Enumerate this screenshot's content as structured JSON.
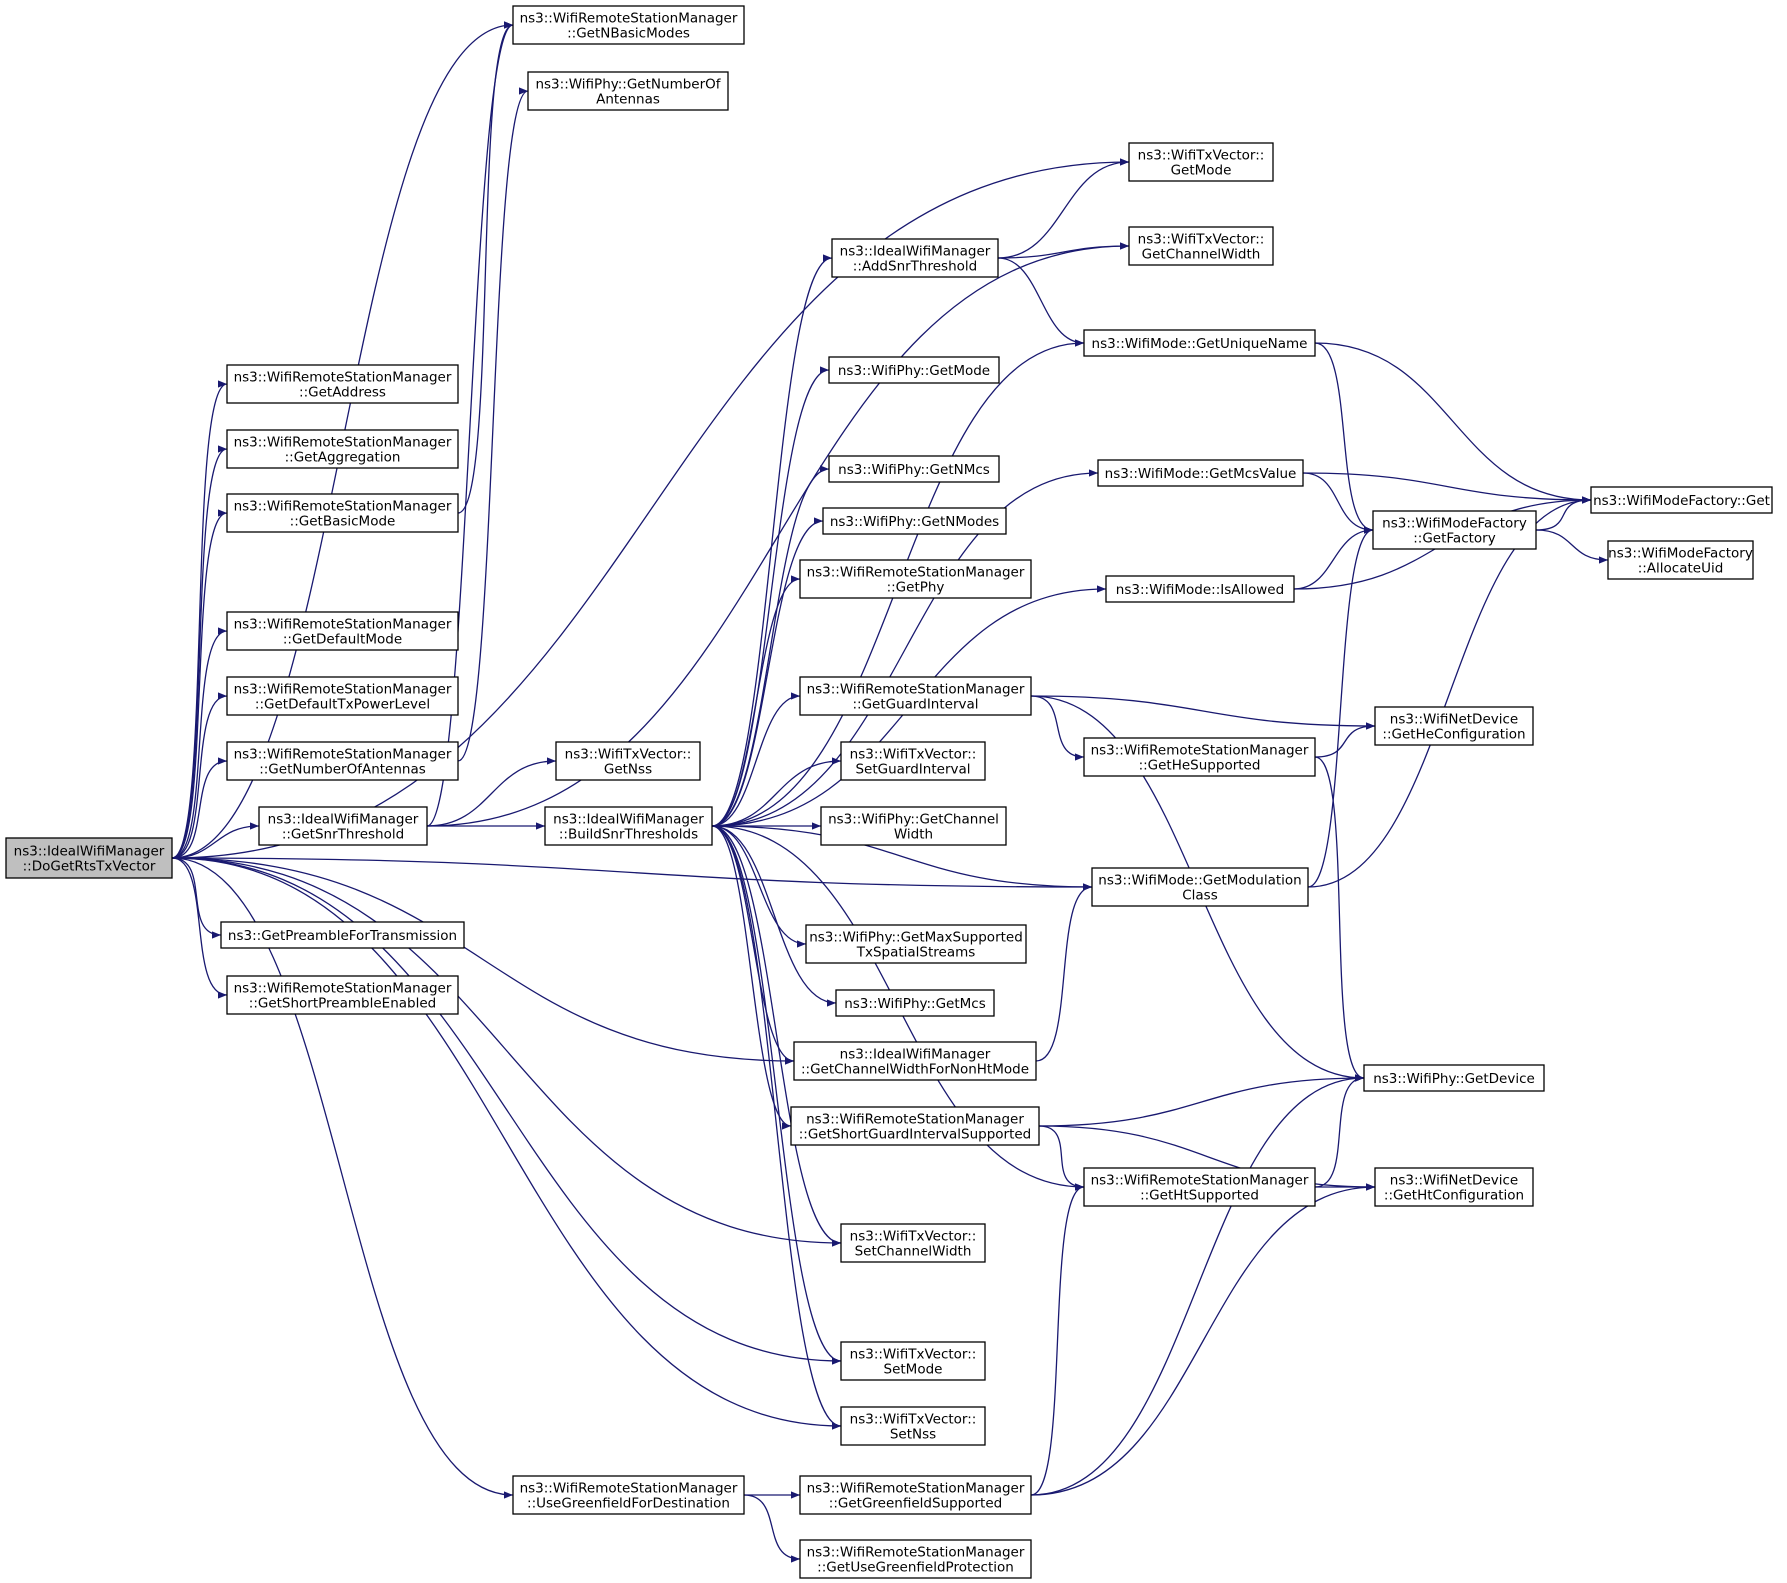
{
  "colors": {
    "edge": "#191970",
    "root_fill": "#bfbfbf",
    "node_fill": "#ffffff",
    "node_border": "#000000"
  },
  "nodes": [
    {
      "id": "n0",
      "lines": [
        "ns3::IdealWifiManager",
        "::DoGetRtsTxVector"
      ]
    },
    {
      "id": "n1",
      "lines": [
        "ns3::WifiRemoteStationManager",
        "::GetAddress"
      ]
    },
    {
      "id": "n2",
      "lines": [
        "ns3::WifiRemoteStationManager",
        "::GetAggregation"
      ]
    },
    {
      "id": "n3",
      "lines": [
        "ns3::WifiRemoteStationManager",
        "::GetBasicMode"
      ]
    },
    {
      "id": "n4",
      "lines": [
        "ns3::WifiRemoteStationManager",
        "::GetDefaultMode"
      ]
    },
    {
      "id": "n5",
      "lines": [
        "ns3::WifiRemoteStationManager",
        "::GetDefaultTxPowerLevel"
      ]
    },
    {
      "id": "n6",
      "lines": [
        "ns3::WifiRemoteStationManager",
        "::GetNumberOfAntennas"
      ]
    },
    {
      "id": "n7",
      "lines": [
        "ns3::IdealWifiManager",
        "::GetSnrThreshold"
      ]
    },
    {
      "id": "n8",
      "lines": [
        "ns3::GetPreambleForTransmission"
      ]
    },
    {
      "id": "n9",
      "lines": [
        "ns3::WifiRemoteStationManager",
        "::GetShortPreambleEnabled"
      ]
    },
    {
      "id": "n10",
      "lines": [
        "ns3::WifiRemoteStationManager",
        "::GetNBasicModes"
      ]
    },
    {
      "id": "n11",
      "lines": [
        "ns3::WifiPhy::GetNumberOf",
        "Antennas"
      ]
    },
    {
      "id": "n12",
      "lines": [
        "ns3::WifiTxVector::",
        "GetNss"
      ]
    },
    {
      "id": "n13",
      "lines": [
        "ns3::IdealWifiManager",
        "::BuildSnrThresholds"
      ]
    },
    {
      "id": "n14",
      "lines": [
        "ns3::WifiRemoteStationManager",
        "::UseGreenfieldForDestination"
      ]
    },
    {
      "id": "n15",
      "lines": [
        "ns3::IdealWifiManager",
        "::AddSnrThreshold"
      ]
    },
    {
      "id": "n16",
      "lines": [
        "ns3::WifiPhy::GetMode"
      ]
    },
    {
      "id": "n17",
      "lines": [
        "ns3::WifiPhy::GetNMcs"
      ]
    },
    {
      "id": "n18",
      "lines": [
        "ns3::WifiPhy::GetNModes"
      ]
    },
    {
      "id": "n19",
      "lines": [
        "ns3::WifiRemoteStationManager",
        "::GetPhy"
      ]
    },
    {
      "id": "n20",
      "lines": [
        "ns3::WifiRemoteStationManager",
        "::GetGuardInterval"
      ]
    },
    {
      "id": "n21",
      "lines": [
        "ns3::WifiTxVector::",
        "SetGuardInterval"
      ]
    },
    {
      "id": "n22",
      "lines": [
        "ns3::WifiPhy::GetChannel",
        "Width"
      ]
    },
    {
      "id": "n23",
      "lines": [
        "ns3::WifiPhy::GetMaxSupported",
        "TxSpatialStreams"
      ]
    },
    {
      "id": "n24",
      "lines": [
        "ns3::WifiPhy::GetMcs"
      ]
    },
    {
      "id": "n25",
      "lines": [
        "ns3::IdealWifiManager",
        "::GetChannelWidthForNonHtMode"
      ]
    },
    {
      "id": "n26",
      "lines": [
        "ns3::WifiRemoteStationManager",
        "::GetShortGuardIntervalSupported"
      ]
    },
    {
      "id": "n27",
      "lines": [
        "ns3::WifiTxVector::",
        "SetChannelWidth"
      ]
    },
    {
      "id": "n28",
      "lines": [
        "ns3::WifiTxVector::",
        "SetMode"
      ]
    },
    {
      "id": "n29",
      "lines": [
        "ns3::WifiTxVector::",
        "SetNss"
      ]
    },
    {
      "id": "n30",
      "lines": [
        "ns3::WifiRemoteStationManager",
        "::GetGreenfieldSupported"
      ]
    },
    {
      "id": "n31",
      "lines": [
        "ns3::WifiRemoteStationManager",
        "::GetUseGreenfieldProtection"
      ]
    },
    {
      "id": "n32",
      "lines": [
        "ns3::WifiTxVector::",
        "GetMode"
      ]
    },
    {
      "id": "n33",
      "lines": [
        "ns3::WifiTxVector::",
        "GetChannelWidth"
      ]
    },
    {
      "id": "n34",
      "lines": [
        "ns3::WifiMode::GetUniqueName"
      ]
    },
    {
      "id": "n35",
      "lines": [
        "ns3::WifiMode::GetMcsValue"
      ]
    },
    {
      "id": "n36",
      "lines": [
        "ns3::WifiMode::IsAllowed"
      ]
    },
    {
      "id": "n37",
      "lines": [
        "ns3::WifiRemoteStationManager",
        "::GetHeSupported"
      ]
    },
    {
      "id": "n38",
      "lines": [
        "ns3::WifiMode::GetModulation",
        "Class"
      ]
    },
    {
      "id": "n39",
      "lines": [
        "ns3::WifiRemoteStationManager",
        "::GetHtSupported"
      ]
    },
    {
      "id": "n40",
      "lines": [
        "ns3::WifiModeFactory",
        "::GetFactory"
      ]
    },
    {
      "id": "n41",
      "lines": [
        "ns3::WifiNetDevice",
        "::GetHeConfiguration"
      ]
    },
    {
      "id": "n42",
      "lines": [
        "ns3::WifiPhy::GetDevice"
      ]
    },
    {
      "id": "n43",
      "lines": [
        "ns3::WifiNetDevice",
        "::GetHtConfiguration"
      ]
    },
    {
      "id": "n44",
      "lines": [
        "ns3::WifiModeFactory::Get"
      ]
    },
    {
      "id": "n45",
      "lines": [
        "ns3::WifiModeFactory",
        "::AllocateUid"
      ]
    }
  ],
  "edges": [
    [
      "n0",
      "n1"
    ],
    [
      "n0",
      "n2"
    ],
    [
      "n0",
      "n3"
    ],
    [
      "n0",
      "n4"
    ],
    [
      "n0",
      "n5"
    ],
    [
      "n0",
      "n6"
    ],
    [
      "n0",
      "n7"
    ],
    [
      "n0",
      "n8"
    ],
    [
      "n0",
      "n9"
    ],
    [
      "n0",
      "n10"
    ],
    [
      "n0",
      "n25"
    ],
    [
      "n0",
      "n27"
    ],
    [
      "n0",
      "n28"
    ],
    [
      "n0",
      "n29"
    ],
    [
      "n0",
      "n38"
    ],
    [
      "n0",
      "n14"
    ],
    [
      "n0",
      "n32"
    ],
    [
      "n3",
      "n10"
    ],
    [
      "n6",
      "n11"
    ],
    [
      "n7",
      "n12"
    ],
    [
      "n7",
      "n13"
    ],
    [
      "n7",
      "n10"
    ],
    [
      "n7",
      "n33"
    ],
    [
      "n13",
      "n15"
    ],
    [
      "n13",
      "n16"
    ],
    [
      "n13",
      "n17"
    ],
    [
      "n13",
      "n18"
    ],
    [
      "n13",
      "n19"
    ],
    [
      "n13",
      "n20"
    ],
    [
      "n13",
      "n21"
    ],
    [
      "n13",
      "n22"
    ],
    [
      "n13",
      "n23"
    ],
    [
      "n13",
      "n24"
    ],
    [
      "n13",
      "n25"
    ],
    [
      "n13",
      "n26"
    ],
    [
      "n13",
      "n27"
    ],
    [
      "n13",
      "n28"
    ],
    [
      "n13",
      "n29"
    ],
    [
      "n13",
      "n34"
    ],
    [
      "n13",
      "n35"
    ],
    [
      "n13",
      "n36"
    ],
    [
      "n13",
      "n38"
    ],
    [
      "n13",
      "n39"
    ],
    [
      "n15",
      "n32"
    ],
    [
      "n15",
      "n33"
    ],
    [
      "n15",
      "n34"
    ],
    [
      "n34",
      "n40"
    ],
    [
      "n34",
      "n44"
    ],
    [
      "n35",
      "n40"
    ],
    [
      "n35",
      "n44"
    ],
    [
      "n36",
      "n40"
    ],
    [
      "n36",
      "n44"
    ],
    [
      "n40",
      "n44"
    ],
    [
      "n40",
      "n45"
    ],
    [
      "n20",
      "n41"
    ],
    [
      "n20",
      "n37"
    ],
    [
      "n20",
      "n42"
    ],
    [
      "n37",
      "n41"
    ],
    [
      "n37",
      "n42"
    ],
    [
      "n38",
      "n40"
    ],
    [
      "n38",
      "n44"
    ],
    [
      "n25",
      "n38"
    ],
    [
      "n26",
      "n42"
    ],
    [
      "n26",
      "n39"
    ],
    [
      "n26",
      "n43"
    ],
    [
      "n39",
      "n42"
    ],
    [
      "n39",
      "n43"
    ],
    [
      "n14",
      "n30"
    ],
    [
      "n14",
      "n31"
    ],
    [
      "n30",
      "n39"
    ],
    [
      "n30",
      "n42"
    ],
    [
      "n30",
      "n43"
    ]
  ]
}
